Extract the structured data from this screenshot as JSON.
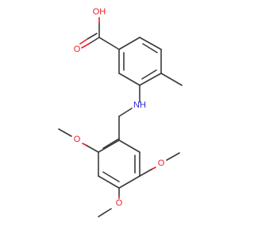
{
  "colors": {
    "bond": "#3a3a3a",
    "oxygen": "#e8202a",
    "nitrogen": "#2a2ad0"
  },
  "atoms": {
    "o_hydroxyl": {
      "text": "OH",
      "element": "O"
    },
    "o_carbonyl": {
      "text": "O",
      "element": "O"
    },
    "nh": {
      "text": "NH",
      "element": "N"
    },
    "o_methoxy_left": {
      "text": "O",
      "element": "O"
    },
    "o_methoxy_right": {
      "text": "O",
      "element": "O"
    },
    "o_methoxy_bottom": {
      "text": "O",
      "element": "O"
    }
  }
}
